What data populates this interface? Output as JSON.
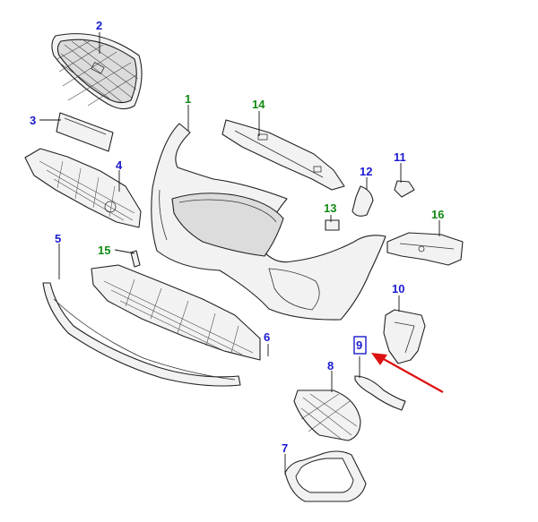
{
  "colors": {
    "callout_blue": "#1a1ad0",
    "callout_green": "#138a13",
    "arrow_red": "#dd1111",
    "line": "#222222",
    "background": "#ffffff"
  },
  "callouts": [
    {
      "id": "1",
      "label": "1",
      "color": "green"
    },
    {
      "id": "2",
      "label": "2",
      "color": "blue"
    },
    {
      "id": "3",
      "label": "3",
      "color": "blue"
    },
    {
      "id": "4",
      "label": "4",
      "color": "blue"
    },
    {
      "id": "5",
      "label": "5",
      "color": "blue"
    },
    {
      "id": "6",
      "label": "6",
      "color": "blue"
    },
    {
      "id": "7",
      "label": "7",
      "color": "blue"
    },
    {
      "id": "8",
      "label": "8",
      "color": "blue"
    },
    {
      "id": "9",
      "label": "9",
      "color": "blue",
      "highlighted": true
    },
    {
      "id": "10",
      "label": "10",
      "color": "blue"
    },
    {
      "id": "11",
      "label": "11",
      "color": "blue"
    },
    {
      "id": "12",
      "label": "12",
      "color": "blue"
    },
    {
      "id": "13",
      "label": "13",
      "color": "green"
    },
    {
      "id": "14",
      "label": "14",
      "color": "green"
    },
    {
      "id": "15",
      "label": "15",
      "color": "green"
    },
    {
      "id": "16",
      "label": "16",
      "color": "green"
    }
  ],
  "highlight": {
    "target_callout": "9",
    "indicator": "red-arrow-icon"
  }
}
